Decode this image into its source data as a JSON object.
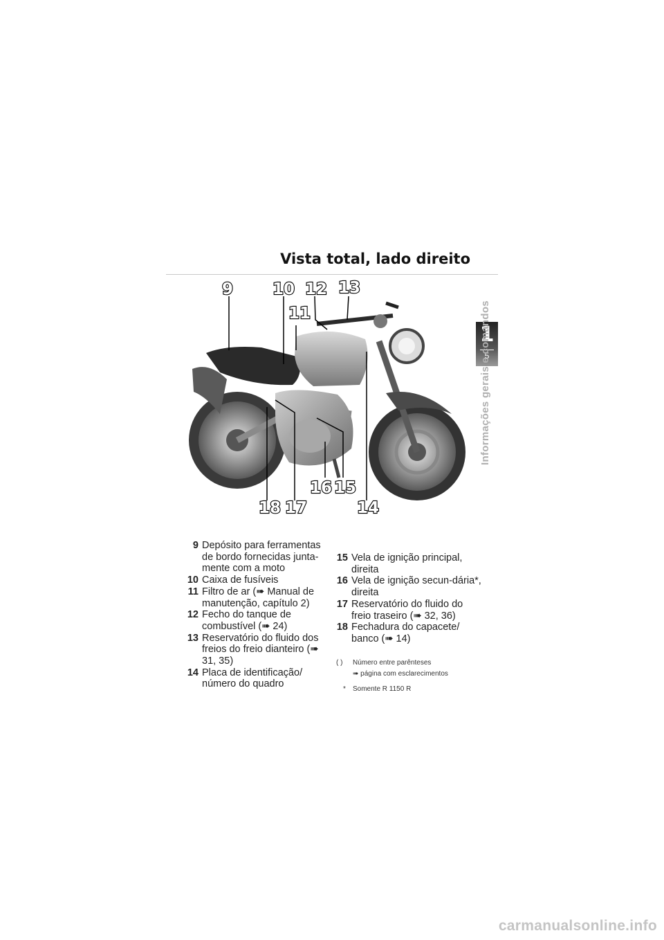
{
  "page": {
    "title": "Vista total, lado direito",
    "chapter_number": "1",
    "page_number": "5",
    "side_label": "Informações gerais e comandos",
    "watermark": "carmanualsonline.info"
  },
  "figure": {
    "callouts": [
      "9",
      "10",
      "11",
      "12",
      "13",
      "14",
      "15",
      "16",
      "17",
      "18"
    ]
  },
  "legend": {
    "left": [
      {
        "num": "9",
        "text": "Depósito para ferramentas de bordo fornecidas junta-mente com a moto"
      },
      {
        "num": "10",
        "text": "Caixa de fusíveis"
      },
      {
        "num": "11",
        "text": "Filtro de ar (➠ Manual de manutenção, capítulo 2)"
      },
      {
        "num": "12",
        "text": "Fecho do tanque de combustível (➠ 24)"
      },
      {
        "num": "13",
        "text": "Reservatório do fluido dos freios do freio dianteiro (➠ 31, 35)"
      },
      {
        "num": "14",
        "text": "Placa de identificação/ número do quadro"
      }
    ],
    "right": [
      {
        "num": "15",
        "text": "Vela de ignição principal, direita"
      },
      {
        "num": "16",
        "text": "Vela de ignição secun-dária*, direita"
      },
      {
        "num": "17",
        "text": "Reservatório do fluido do freio traseiro (➠ 32, 36)"
      },
      {
        "num": "18",
        "text": "Fechadura do capacete/ banco (➠ 14)"
      }
    ]
  },
  "notes": [
    {
      "symbol": "( )",
      "text": "Número entre parênteses"
    },
    {
      "symbol": "",
      "text": "➠ página com esclarecimentos"
    },
    {
      "symbol": "*",
      "text": "Somente R 1150 R"
    }
  ]
}
